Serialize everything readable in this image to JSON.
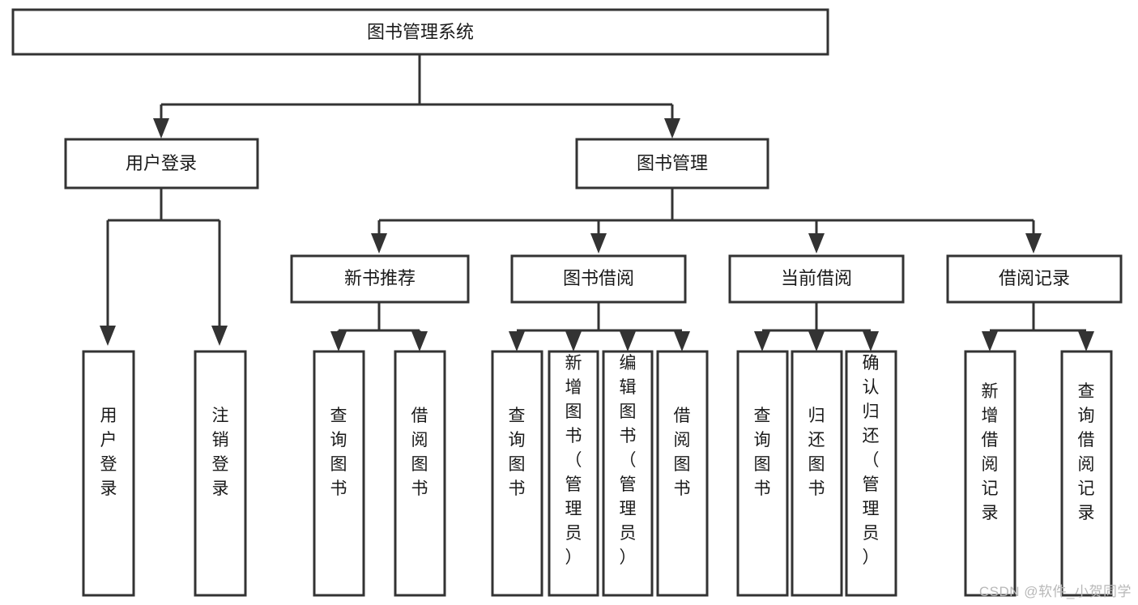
{
  "diagram": {
    "type": "tree-hierarchy-flowchart",
    "title": "图书管理系统",
    "watermark": "CSDN @软件_小贺同学",
    "colors": {
      "box_fill": "#ffffff",
      "box_stroke": "#333333",
      "text": "#1a1a1a",
      "background": "#ffffff",
      "watermark": "#b8b8b8"
    },
    "levels": {
      "root": {
        "label": "图书管理系统",
        "orientation": "horizontal"
      },
      "level1": [
        {
          "label": "用户登录",
          "orientation": "horizontal"
        },
        {
          "label": "图书管理",
          "orientation": "horizontal"
        }
      ],
      "level2": [
        {
          "label": "新书推荐",
          "orientation": "horizontal",
          "parent": "图书管理"
        },
        {
          "label": "图书借阅",
          "orientation": "horizontal",
          "parent": "图书管理"
        },
        {
          "label": "当前借阅",
          "orientation": "horizontal",
          "parent": "图书管理"
        },
        {
          "label": "借阅记录",
          "orientation": "horizontal",
          "parent": "图书管理"
        }
      ],
      "leaves": [
        {
          "label": "用户登录",
          "orientation": "vertical",
          "parent": "用户登录"
        },
        {
          "label": "注销登录",
          "orientation": "vertical",
          "parent": "用户登录"
        },
        {
          "label": "查询图书",
          "orientation": "vertical",
          "parent": "新书推荐"
        },
        {
          "label": "借阅图书",
          "orientation": "vertical",
          "parent": "新书推荐"
        },
        {
          "label": "查询图书",
          "orientation": "vertical",
          "parent": "图书借阅"
        },
        {
          "label": "新增图书（管理员）",
          "orientation": "vertical",
          "parent": "图书借阅"
        },
        {
          "label": "编辑图书（管理员）",
          "orientation": "vertical",
          "parent": "图书借阅"
        },
        {
          "label": "借阅图书",
          "orientation": "vertical",
          "parent": "图书借阅"
        },
        {
          "label": "查询图书",
          "orientation": "vertical",
          "parent": "当前借阅"
        },
        {
          "label": "归还图书",
          "orientation": "vertical",
          "parent": "当前借阅"
        },
        {
          "label": "确认归还（管理员）",
          "orientation": "vertical",
          "parent": "当前借阅"
        },
        {
          "label": "新增借阅记录",
          "orientation": "vertical",
          "parent": "借阅记录"
        },
        {
          "label": "查询借阅记录",
          "orientation": "vertical",
          "parent": "借阅记录"
        }
      ]
    }
  }
}
